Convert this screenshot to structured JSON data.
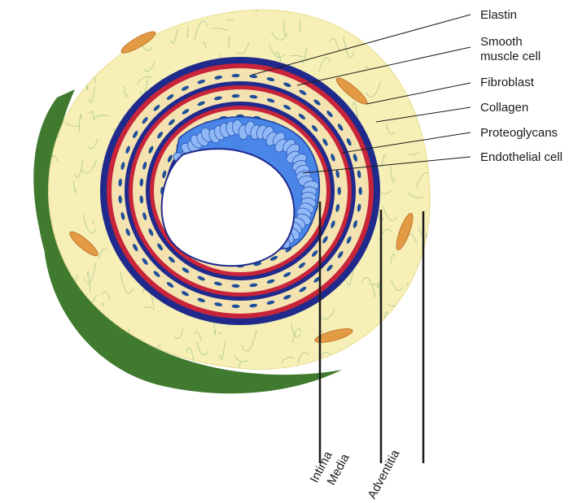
{
  "labels": {
    "elastin": "Elastin",
    "smooth_muscle_1": "Smooth",
    "smooth_muscle_2": "muscle cell",
    "fibroblast": "Fibroblast",
    "collagen": "Collagen",
    "proteoglycans": "Proteoglycans",
    "endothelial": "Endothelial cell"
  },
  "layers": {
    "intima": "Intima",
    "media": "Media",
    "adventitia": "Adventitia"
  },
  "colors": {
    "outer_wall": "#3f7a2e",
    "adventitia_fill": "#f6efb6",
    "collagen_fibers": "#9cc28a",
    "elastin_band": "#1f2a8c",
    "media_band": "#c8243a",
    "smooth_muscle": "#f4e3b0",
    "endothelium": "#4a86e8",
    "fibroblast": "#e39a45"
  }
}
